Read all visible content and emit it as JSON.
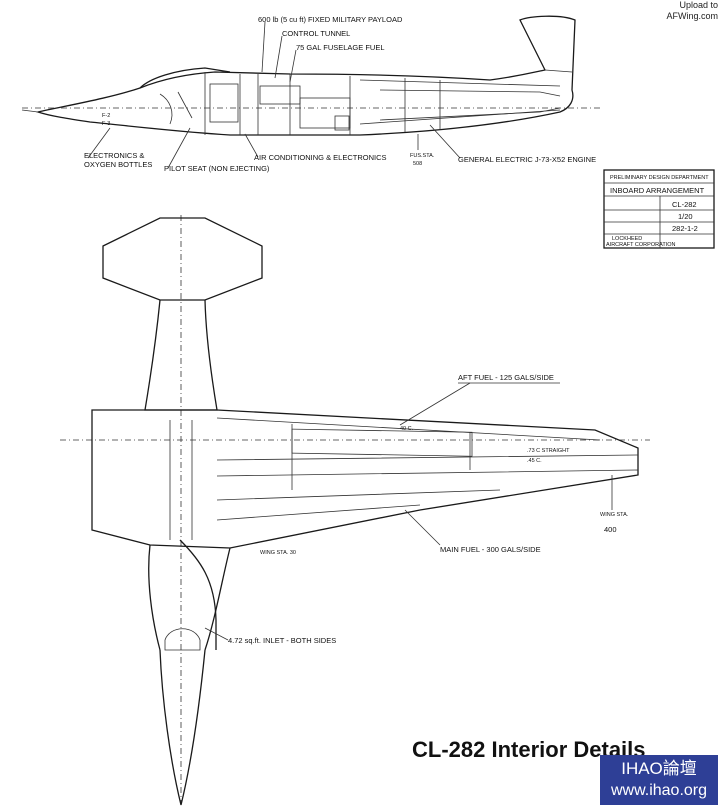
{
  "watermark": {
    "line1": "Upload to",
    "line2": "AFWing.com"
  },
  "side_view_labels": {
    "payload": "600 lb (5 cu ft) FIXED MILITARY PAYLOAD",
    "control_tunnel": "CONTROL TUNNEL",
    "fuselage_fuel": "75 GAL FUSELAGE FUEL",
    "electronics": "ELECTRONICS &",
    "oxygen": "OXYGEN BOTTLES",
    "pilot_seat": "PILOT SEAT (NON EJECTING)",
    "air_conditioning": "AIR CONDITIONING & ELECTRONICS",
    "fus_sta": "FUS.STA.",
    "fus_sta_value": "508",
    "engine": "GENERAL ELECTRIC J-73-X52 ENGINE"
  },
  "title_block": {
    "department": "PRELIMINARY DESIGN DEPARTMENT",
    "sheet_title": "INBOARD ARRANGEMENT",
    "model": "CL-282",
    "scale": "1/20",
    "drawing_no": "282-1-2",
    "company": "LOCKHEED",
    "company_sub": "AIRCRAFT CORPORATION"
  },
  "plan_view_labels": {
    "aft_fuel": "AFT FUEL - 125 GALS/SIDE",
    "chord_line": ".73 C STRAIGHT",
    "c40": "40 C.",
    "c45": ".45 C.",
    "wing_sta_30": "WING STA. 30",
    "wing_sta_400_label": "WING STA.",
    "wing_sta_400": "400",
    "main_fuel": "MAIN FUEL - 300 GALS/SIDE",
    "inlet": "4.72 sq.ft. INLET - BOTH SIDES"
  },
  "title": "CL-282 Interior Details",
  "site_badge": {
    "name": "IHAO論壇",
    "url": "www.ihao.org"
  }
}
